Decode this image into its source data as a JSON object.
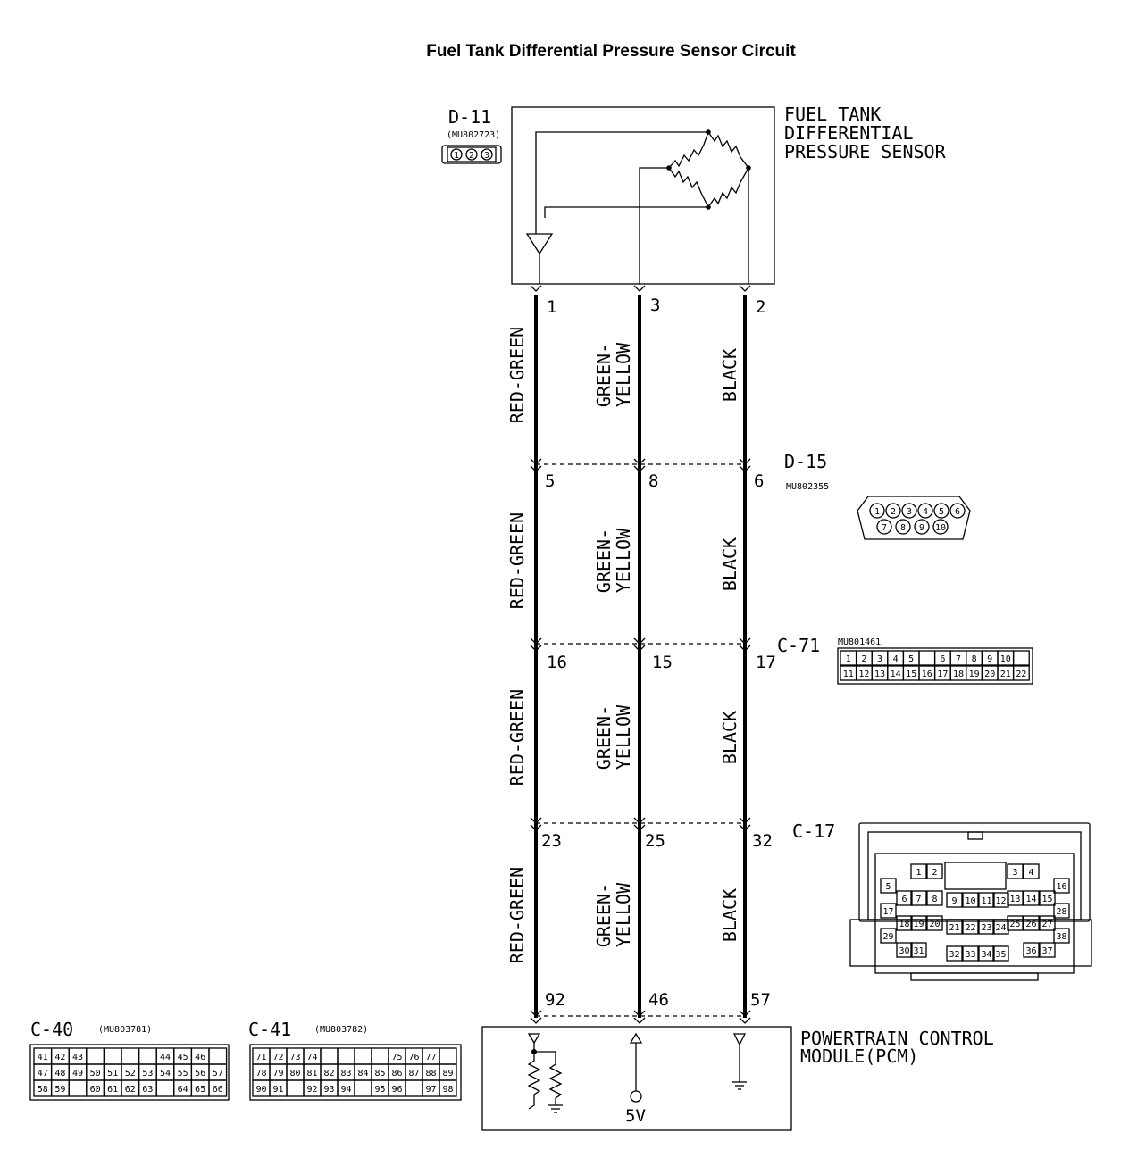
{
  "title": "Fuel Tank Differential Pressure Sensor Circuit",
  "sensor": {
    "connector_id": "D-11",
    "connector_part": "(MU802723)",
    "pins_shown": [
      "1",
      "2",
      "3"
    ],
    "label_lines": [
      "FUEL TANK",
      "DIFFERENTIAL",
      "PRESSURE SENSOR"
    ]
  },
  "wire_colors": {
    "w1": "RED-GREEN",
    "w2_line1": "GREEN-",
    "w2_line2": "YELLOW",
    "w3": "BLACK"
  },
  "segments": [
    {
      "pins": [
        "1",
        "3",
        "2"
      ]
    },
    {
      "pins": [
        "5",
        "8",
        "6"
      ]
    },
    {
      "pins": [
        "16",
        "15",
        "17"
      ]
    },
    {
      "pins": [
        "23",
        "25",
        "32"
      ]
    }
  ],
  "pcm_pins": [
    "92",
    "46",
    "57"
  ],
  "connectors": {
    "d15": {
      "id": "D-15",
      "part": "MU802355",
      "row1": [
        "1",
        "2",
        "3",
        "4",
        "5",
        "6"
      ],
      "row2": [
        "7",
        "8",
        "9",
        "10"
      ]
    },
    "c71": {
      "id": "C-71",
      "part": "MU801461",
      "row1": [
        "1",
        "2",
        "3",
        "4",
        "5",
        "",
        "6",
        "7",
        "8",
        "9",
        "10"
      ],
      "row2": [
        "11",
        "12",
        "13",
        "14",
        "15",
        "16",
        "17",
        "18",
        "19",
        "20",
        "21",
        "22"
      ]
    },
    "c17": {
      "id": "C-17",
      "cells": [
        "1",
        "2",
        "3",
        "4",
        "5",
        "6",
        "7",
        "8",
        "9",
        "10",
        "11",
        "12",
        "13",
        "14",
        "15",
        "16",
        "17",
        "18",
        "19",
        "20",
        "21",
        "22",
        "23",
        "24",
        "25",
        "26",
        "27",
        "28",
        "29",
        "30",
        "31",
        "32",
        "33",
        "34",
        "35",
        "36",
        "37",
        "38"
      ]
    },
    "c40": {
      "id": "C-40",
      "part": "(MU803781)",
      "row1": [
        "41",
        "42",
        "43",
        "",
        "",
        "",
        "",
        "44",
        "45",
        "46"
      ],
      "row2": [
        "47",
        "48",
        "49",
        "50",
        "51",
        "52",
        "53",
        "54",
        "55",
        "56",
        "57"
      ],
      "row3": [
        "58",
        "59",
        "",
        "60",
        "61",
        "62",
        "63",
        "",
        "64",
        "65",
        "66"
      ]
    },
    "c41": {
      "id": "C-41",
      "part": "(MU803782)",
      "row1": [
        "71",
        "72",
        "73",
        "74",
        "",
        "",
        "",
        "",
        "75",
        "76",
        "77"
      ],
      "row2": [
        "78",
        "79",
        "80",
        "81",
        "82",
        "83",
        "84",
        "85",
        "86",
        "87",
        "88",
        "89"
      ],
      "row3": [
        "90",
        "91",
        "",
        "92",
        "93",
        "94",
        "",
        "95",
        "96",
        "",
        "97",
        "98"
      ]
    }
  },
  "pcm": {
    "label_lines": [
      "POWERTRAIN CONTROL",
      "MODULE(PCM)"
    ],
    "supply_label": "5V"
  }
}
